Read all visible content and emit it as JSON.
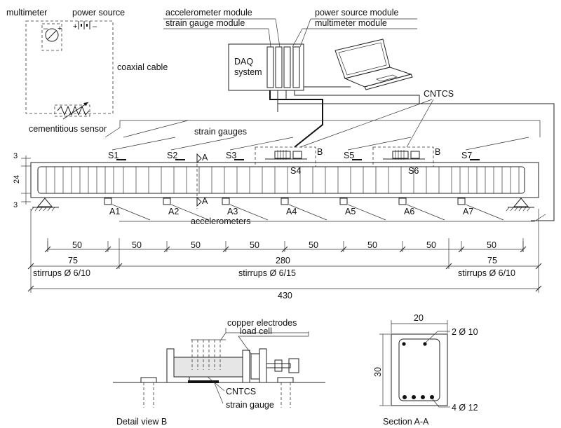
{
  "sensor": {
    "multimeter": "multimeter",
    "power_source": "power source",
    "coaxial_cable": "coaxial cable",
    "cementitious_sensor": "cementitious sensor"
  },
  "daq": {
    "accelerometer_module": "accelerometer module",
    "strain_gauge_module": "strain gauge module",
    "power_source_module": "power source module",
    "multimeter_module": "multimeter module",
    "daq_line1": "DAQ",
    "daq_line2": "system",
    "cntcs": "CNTCS"
  },
  "beam": {
    "strain_gauges_label": "strain gauges",
    "accelerometers_label": "accelerometers",
    "strain_gauges": [
      "S1",
      "S2",
      "S3",
      "S4",
      "S5",
      "S6",
      "S7"
    ],
    "accelerometers": [
      "A1",
      "A2",
      "A3",
      "A4",
      "A5",
      "A6",
      "A7"
    ],
    "section_mark": "A",
    "detail_mark": "B",
    "height_top": "3",
    "height_mid": "24",
    "height_bot": "3"
  },
  "dimensions": {
    "spacings": [
      "50",
      "50",
      "50",
      "50",
      "50",
      "50",
      "50",
      "50"
    ],
    "left_zone": "75",
    "mid_zone": "280",
    "right_zone": "75",
    "stirrups_ends": "stirrups Ø 6/10",
    "stirrups_mid": "stirrups Ø 6/15",
    "total": "430"
  },
  "detail_b": {
    "copper_electrodes": "copper electrodes",
    "load_cell": "load cell",
    "cntcs": "CNTCS",
    "strain_gauge": "strain gauge",
    "title": "Detail view B"
  },
  "section_aa": {
    "width": "20",
    "height": "30",
    "top_bars": "2 Ø 10",
    "bottom_bars": "4 Ø 12",
    "title": "Section A-A"
  }
}
